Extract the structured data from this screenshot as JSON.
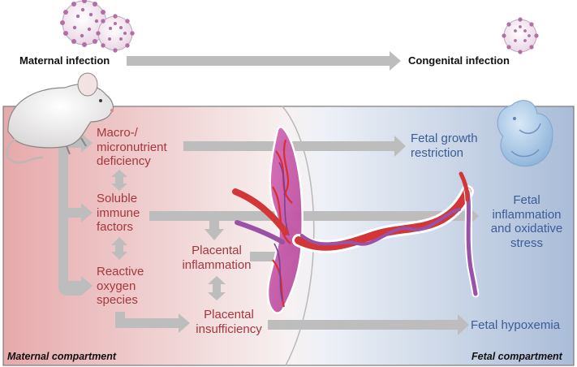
{
  "header": {
    "maternal_infection": "Maternal infection",
    "congenital_infection": "Congenital infection"
  },
  "maternal": {
    "nutrient_line1": "Macro-/",
    "nutrient_line2": "micronutrient",
    "nutrient_line3": "deficiency",
    "immune_line1": "Soluble",
    "immune_line2": "immune",
    "immune_line3": "factors",
    "ros_line1": "Reactive",
    "ros_line2": "oxygen",
    "ros_line3": "species"
  },
  "placental": {
    "inflammation_line1": "Placental",
    "inflammation_line2": "inflammation",
    "insufficiency_line1": "Placental",
    "insufficiency_line2": "insufficiency"
  },
  "fetal": {
    "growth_line1": "Fetal growth",
    "growth_line2": "restriction",
    "inflammation_line1": "Fetal",
    "inflammation_line2": "inflammation",
    "inflammation_line3": "and oxidative",
    "inflammation_line4": "stress",
    "hypoxemia": "Fetal hypoxemia"
  },
  "compartments": {
    "maternal": "Maternal compartment",
    "fetal": "Fetal compartment"
  },
  "colors": {
    "maternal_text": "#a5373e",
    "fetal_text": "#3c5c97",
    "arrow": "#bdbdbd"
  },
  "icons": [
    "virus-icon",
    "mouse-icon",
    "fetus-icon",
    "placenta-icon",
    "umbilical-cord-icon"
  ]
}
